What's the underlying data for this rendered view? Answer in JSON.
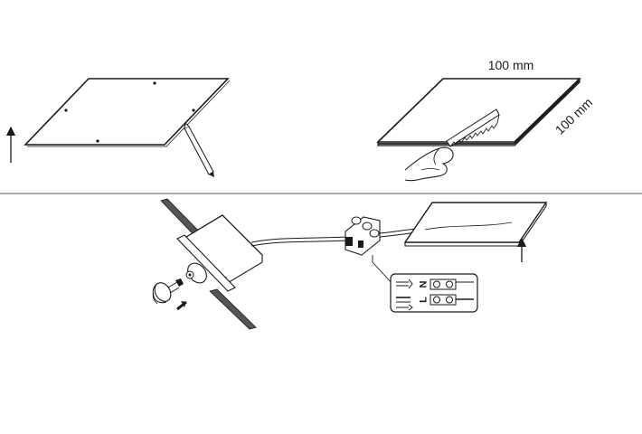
{
  "dimensions": {
    "width_label": "100 mm",
    "height_label": "100 mm"
  },
  "wiring_labels": {
    "neutral": "N",
    "live": "L"
  },
  "colors": {
    "line": "#1a1a1a",
    "panel_fill": "#ffffff",
    "divider": "#555555"
  }
}
